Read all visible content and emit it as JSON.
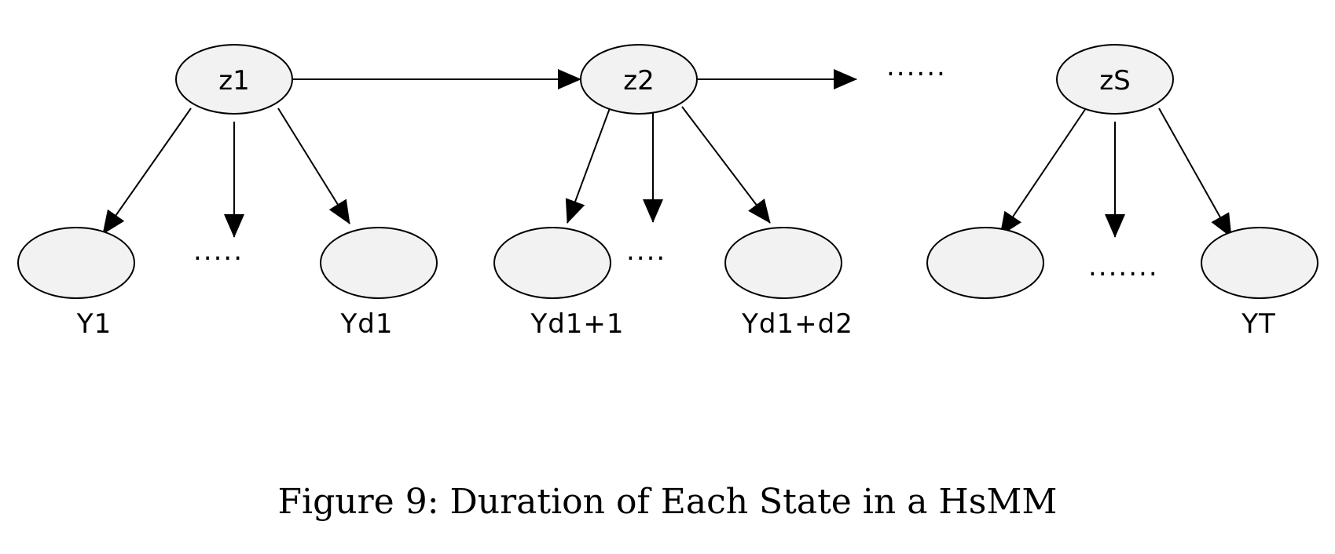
{
  "states": {
    "z1": "z1",
    "z2": "z2",
    "zS": "zS"
  },
  "state_chain_ellipsis": "......",
  "observations": {
    "y1": "Y1",
    "yd1": "Yd1",
    "yd1_plus_1": "Yd1+1",
    "yd1_plus_d2": "Yd1+d2",
    "yt": "YT"
  },
  "observation_ellipses": {
    "group1": ".....",
    "group2": "....",
    "group3": "......."
  },
  "caption": "Figure 9: Duration of Each State in a HsMM",
  "colors": {
    "node_fill": "#f2f2f2",
    "stroke": "#000000"
  }
}
